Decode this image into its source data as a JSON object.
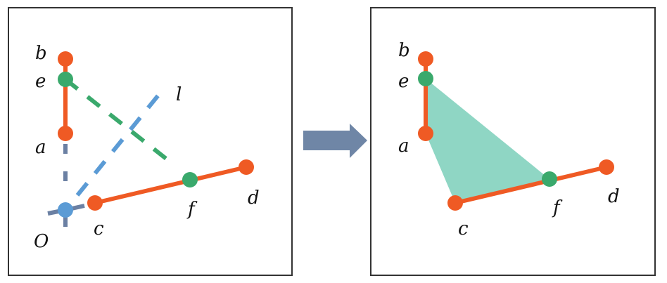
{
  "colors": {
    "segment": "#EF5A24",
    "intersection_point": "#3AA96C",
    "origin_point": "#5B9BD5",
    "axis": "#6B80A3",
    "line_l": "#5B9BD5",
    "dashed_ef": "#3AA96C",
    "triangle_fill": "#8FD6C4",
    "arrow": "#6F86A6"
  },
  "left_panel": {
    "labels": {
      "b": "b",
      "e": "e",
      "a": "a",
      "l": "l",
      "O": "O",
      "c": "c",
      "f": "f",
      "d": "d"
    }
  },
  "right_panel": {
    "labels": {
      "b": "b",
      "e": "e",
      "a": "a",
      "c": "c",
      "f": "f",
      "d": "d"
    }
  }
}
